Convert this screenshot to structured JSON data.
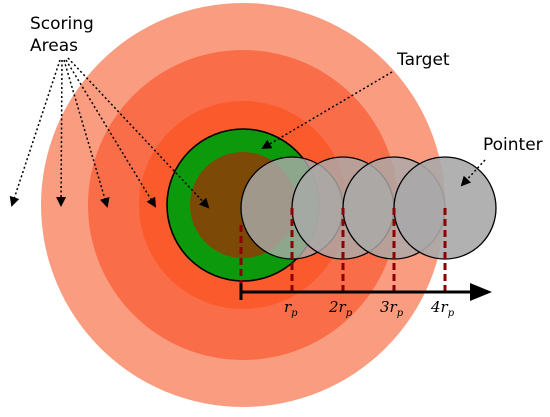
{
  "labels": {
    "scoring_line1": "Scoring",
    "scoring_line2": "Areas",
    "target": "Target",
    "pointer": "Pointer"
  },
  "ticks": [
    {
      "coef": "",
      "sub": "p"
    },
    {
      "coef": "2",
      "sub": "p"
    },
    {
      "coef": "3",
      "sub": "p"
    },
    {
      "coef": "4",
      "sub": "p"
    }
  ],
  "tick_symbol": "r",
  "colors": {
    "ring_outer": "#fa9c7f",
    "ring_2": "#f96d49",
    "ring_3": "#fb5a2d",
    "ring_4": "#fd4a16",
    "target_ring": "#0c9a0c",
    "target_core": "#7c4a06",
    "pointer_fill": "#a9a9a9",
    "dashed_line": "#8b0000",
    "axis": "#000000"
  },
  "icons": {
    "axis_arrow": "arrow-right-icon"
  }
}
